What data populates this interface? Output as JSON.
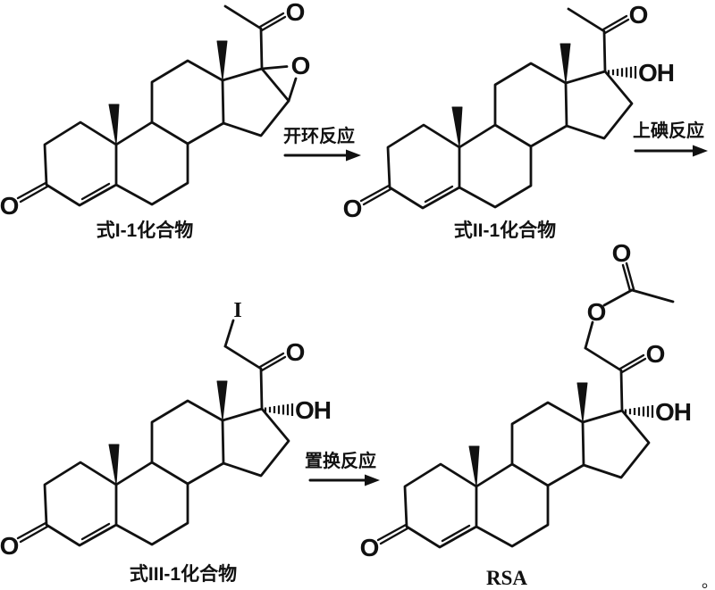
{
  "scheme": {
    "colors": {
      "ink": "#111111",
      "background": "#ffffff"
    },
    "compounds": [
      {
        "caption": "式I-1化合物",
        "atoms": {
          "ketone_o": "O",
          "c20_o": "O",
          "epoxide_o": "O"
        }
      },
      {
        "caption": "式II-1化合物",
        "atoms": {
          "ketone_o": "O",
          "c20_o": "O",
          "hydroxyl": "OH"
        }
      },
      {
        "caption": "式III-1化合物",
        "atoms": {
          "ketone_o": "O",
          "c20_o": "O",
          "hydroxyl": "OH",
          "iodo": "I"
        }
      },
      {
        "caption": "RSA",
        "atoms": {
          "ketone_o": "O",
          "c20_o": "O",
          "hydroxyl": "OH",
          "ester_o": "O",
          "acetyl_o": "O"
        }
      }
    ],
    "arrows": [
      {
        "label": "开环反应"
      },
      {
        "label": "上碘反应"
      },
      {
        "label": "置换反应"
      }
    ],
    "trailing_period": "。"
  }
}
